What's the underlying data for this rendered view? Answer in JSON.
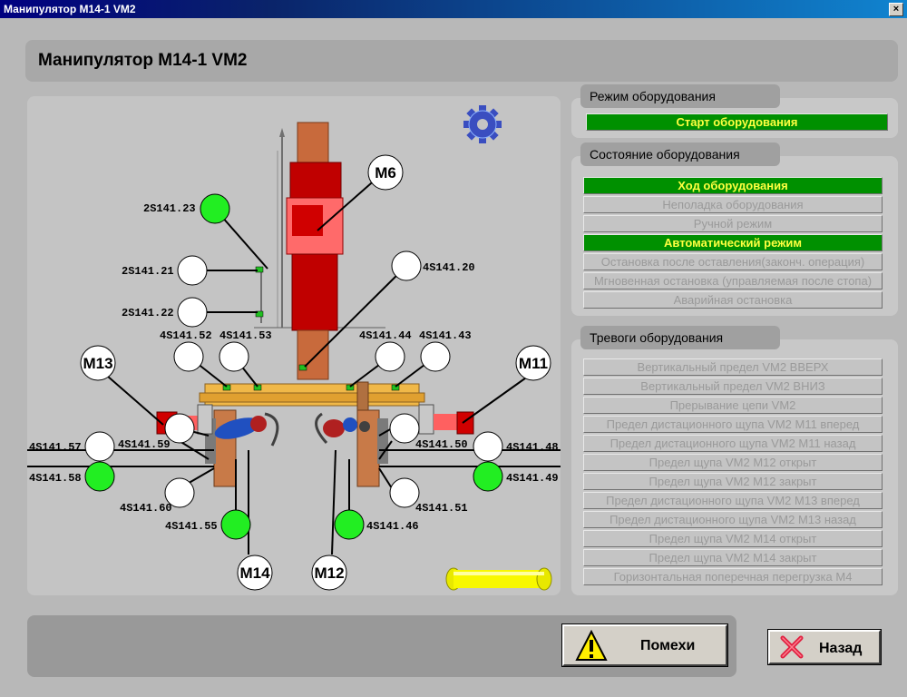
{
  "window": {
    "title": "Манипулятор M14-1 VM2",
    "close_glyph": "×"
  },
  "header": {
    "title": "Манипулятор M14-1 VM2"
  },
  "mode": {
    "tab": "Режим оборудования",
    "button": "Старт оборудования"
  },
  "state": {
    "tab": "Состояние оборудования",
    "items": [
      {
        "label": "Ход оборудования",
        "active": true
      },
      {
        "label": "Неполадка оборудования",
        "active": false
      },
      {
        "label": "Ручной режим",
        "active": false
      },
      {
        "label": "Автоматический режим",
        "active": true
      },
      {
        "label": "Остановка после оставления(законч. операция)",
        "active": false
      },
      {
        "label": "Мгновенная остановка (управляемая после стопа)",
        "active": false
      },
      {
        "label": "Аварийная остановка",
        "active": false
      }
    ]
  },
  "alarms": {
    "tab": "Тревоги оборудования",
    "items": [
      "Вертикальный предел VM2 ВВЕРХ",
      "Вертикальный предел VM2 ВНИЗ",
      "Прерывание цепи VM2",
      "Предел дистационного щупа VM2 M11 вперед",
      "Предел дистационного щупа VM2 M11 назад",
      "Предел  щупа VM2 M12 открыт",
      "Предел  щупа VM2 M12 закрыт",
      "Предел дистационного щупа VM2 M13 вперед",
      "Предел дистационного щупа VM2 M13 назад",
      "Предел  щупа VM2 M14 открыт",
      "Предел  щупа VM2 M14 закрыт",
      "Горизонтальная поперечная перегрузка M4"
    ]
  },
  "diagram": {
    "motors": {
      "m6": "M6",
      "m11": "M11",
      "m12": "M12",
      "m13": "M13",
      "m14": "M14"
    },
    "sensors": {
      "s2s14123": {
        "label": "2S141.23",
        "state": "on"
      },
      "s2s14121": {
        "label": "2S141.21",
        "state": "off"
      },
      "s2s14122": {
        "label": "2S141.22",
        "state": "off"
      },
      "s4s14120": {
        "label": "4S141.20",
        "state": "off"
      },
      "s4s14152": {
        "label": "4S141.52",
        "state": "off"
      },
      "s4s14153": {
        "label": "4S141.53",
        "state": "off"
      },
      "s4s14144": {
        "label": "4S141.44",
        "state": "off"
      },
      "s4s14143": {
        "label": "4S141.43",
        "state": "off"
      },
      "s4s14159": {
        "label": "4S141.59",
        "state": "off"
      },
      "s4s14157": {
        "label": "4S141.57",
        "state": "off"
      },
      "s4s14158": {
        "label": "4S141.58",
        "state": "on"
      },
      "s4s14160": {
        "label": "4S141.60",
        "state": "off"
      },
      "s4s14155": {
        "label": "4S141.55",
        "state": "on"
      },
      "s4s14150": {
        "label": "4S141.50",
        "state": "off"
      },
      "s4s14148": {
        "label": "4S141.48",
        "state": "off"
      },
      "s4s14149": {
        "label": "4S141.49",
        "state": "on"
      },
      "s4s14151": {
        "label": "4S141.51",
        "state": "off"
      },
      "s4s14146": {
        "label": "4S141.46",
        "state": "on"
      }
    }
  },
  "footer": {
    "interference": "Помехи",
    "back": "Назад"
  },
  "colors": {
    "active_green": "#009000",
    "active_text": "#ffff40",
    "sensor_on": "#22ee22",
    "sensor_off": "#ffffff"
  }
}
